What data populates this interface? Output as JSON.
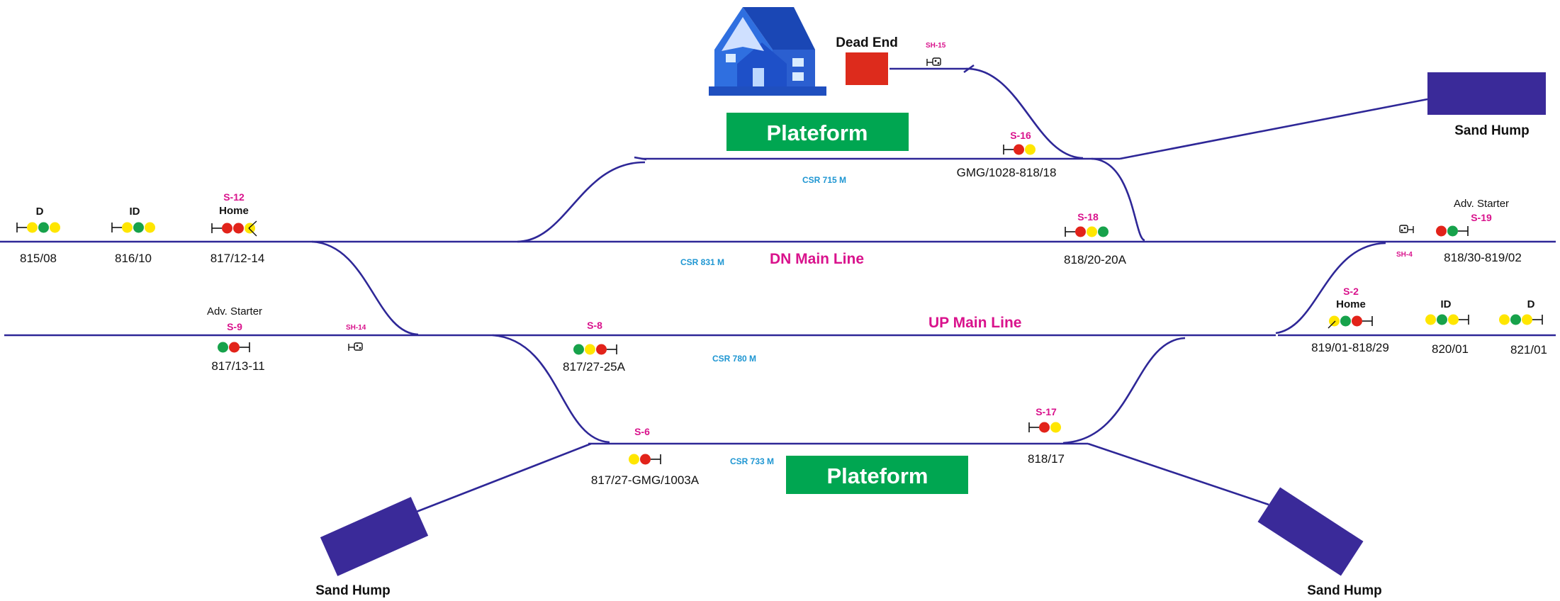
{
  "lines": {
    "dn_main": "DN Main Line",
    "up_main": "UP Main Line"
  },
  "csr": {
    "loop_top": "CSR 715 M",
    "dn": "CSR 831 M",
    "up": "CSR 780 M",
    "loop_bottom": "CSR 733 M"
  },
  "platforms": {
    "top": "Plateform",
    "bottom": "Plateform"
  },
  "dead_end": "Dead End",
  "sand_humps": {
    "top_right": "Sand Hump",
    "bottom_left": "Sand Hump",
    "bottom_right": "Sand Hump"
  },
  "shunt_signals": {
    "sh15": "SH-15",
    "sh14": "SH-14",
    "sh4": "SH-4"
  },
  "signals": {
    "d_dn": {
      "kind": "D",
      "id": "815/08"
    },
    "id_dn": {
      "kind": "ID",
      "id": "816/10"
    },
    "home_dn": {
      "name": "S-12",
      "kind": "Home",
      "id": "817/12-14"
    },
    "s9": {
      "name": "S-9",
      "kind": "Adv. Starter",
      "id": "817/13-11"
    },
    "s8": {
      "name": "S-8",
      "id": "817/27-25A"
    },
    "s6": {
      "name": "S-6",
      "id": "817/27-GMG/1003A"
    },
    "s16": {
      "name": "S-16",
      "id": "GMG/1028-818/18"
    },
    "s18": {
      "name": "S-18",
      "id": "818/20-20A"
    },
    "s17": {
      "name": "S-17",
      "id": "818/17"
    },
    "s19": {
      "name": "S-19",
      "kind": "Adv. Starter",
      "id": "818/30-819/02"
    },
    "s2": {
      "name": "S-2",
      "kind": "Home",
      "id": "819/01-818/29"
    },
    "id_up": {
      "kind": "ID",
      "id": "820/01"
    },
    "d_up": {
      "kind": "D",
      "id": "821/01"
    }
  },
  "colors": {
    "track": "#2e2797",
    "platform": "#00a651",
    "sand_hump": "#3a2a99",
    "dead_end": "#dd2b1c",
    "lamp_red": "#e2231a",
    "lamp_yellow": "#ffe600",
    "lamp_green": "#17a24b",
    "signal_label": "#d9128c",
    "csr_label": "#1e96d2"
  },
  "icons": [
    "house-icon",
    "shunt-signal-icon"
  ]
}
